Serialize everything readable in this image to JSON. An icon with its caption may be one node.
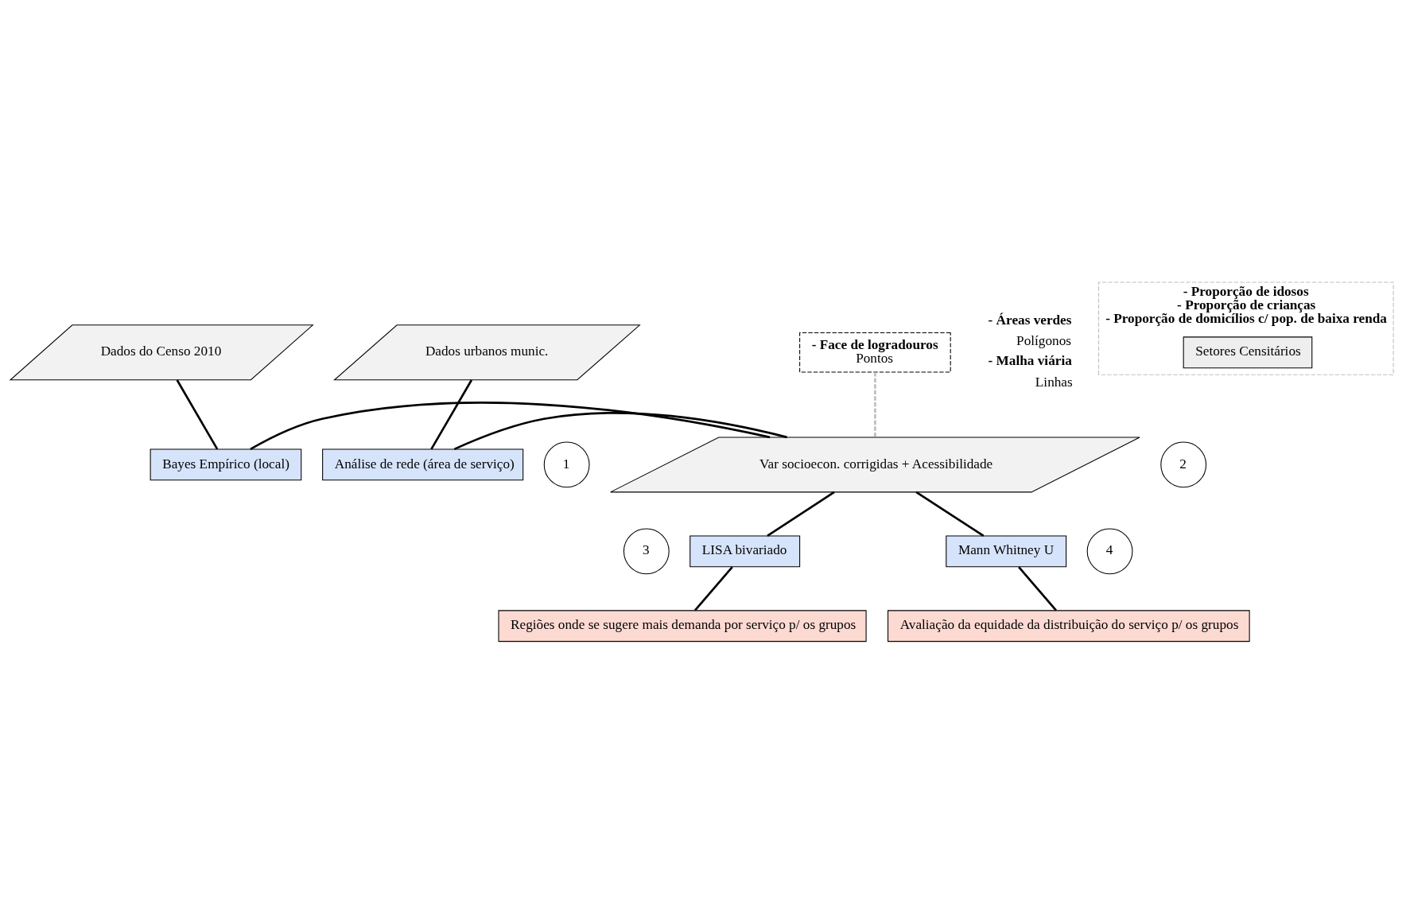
{
  "diagram": {
    "nodes": [
      {
        "text": [
          "Dados do Censo 2010"
        ]
      },
      {
        "text": [
          "- Proporção de idosos",
          "- Proporção de crianças",
          "- Proporção de domicílios c/ pop. de baixa renda"
        ]
      },
      {
        "text": [
          "Setores Censitários"
        ],
        "in": 1
      },
      {
        "text": [
          "- Face de logradouros",
          "Pontos"
        ]
      },
      {
        "text": [
          "Dados urbanos munic."
        ]
      },
      {
        "text": [
          "Bayes Empírico (local)"
        ]
      },
      {
        "text": [
          "Var socioecon. corrigidas + Acessibilidade"
        ]
      },
      {
        "text": [
          "Análise de rede (área de serviço)"
        ]
      },
      {
        "text": [
          "1"
        ]
      },
      {
        "text": [
          "2"
        ]
      },
      {
        "text": [
          "LISA bivariado"
        ]
      },
      {
        "text": [
          "Mann Whitney U"
        ]
      },
      {
        "text": [
          "3"
        ]
      },
      {
        "text": [
          "4"
        ]
      },
      {
        "text": [
          "Regiões onde se sugere mais demanda por serviço p/ os grupos"
        ]
      },
      {
        "text": [
          "Avaliação da equidade da distribuição do serviço p/ os grupos"
        ]
      }
    ],
    "edges": [
      {
        "from": 0,
        "to": 5,
        "arrow": "none"
      },
      {
        "from": 5,
        "to": 6,
        "arrow": "none"
      },
      {
        "from": 3,
        "to": 6,
        "arrow": "none",
        "style": "dashed",
        "color": "#bfbfbf"
      },
      {
        "from": 4,
        "to": 7,
        "arrow": "none"
      },
      {
        "from": 7,
        "to": 6,
        "arrow": "none"
      },
      {
        "from": 6,
        "to": 10,
        "arrow": "none"
      },
      {
        "from": 6,
        "to": 11,
        "arrow": "none"
      },
      {
        "from": 10,
        "to": 14,
        "arrow": "none"
      },
      {
        "from": 11,
        "to": 15,
        "arrow": "none"
      }
    ],
    "labels": [
      "- Áreas verdes",
      "Polígonos",
      "- Malha viária",
      "Linhas"
    ]
  }
}
